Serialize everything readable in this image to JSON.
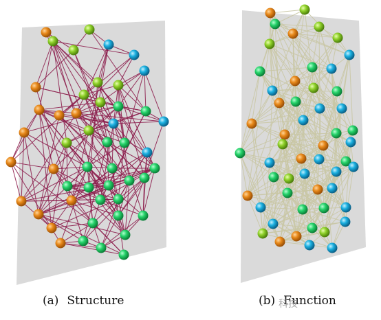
{
  "panels": [
    {
      "id": "structure",
      "caption_tag": "(a)",
      "caption_title": "Structure",
      "edge_color": "#8b1a4a",
      "plane_color": "#d9d9d9"
    },
    {
      "id": "function",
      "caption_tag": "(b)",
      "caption_title": "Function",
      "edge_color": "#c9c7a4",
      "plane_color": "#d9d9d9"
    }
  ],
  "node_colors": {
    "orange": "#e8891a",
    "lime": "#8fd12a",
    "green": "#25d36a",
    "blue": "#1ab0e0"
  },
  "watermark": "科技"
}
